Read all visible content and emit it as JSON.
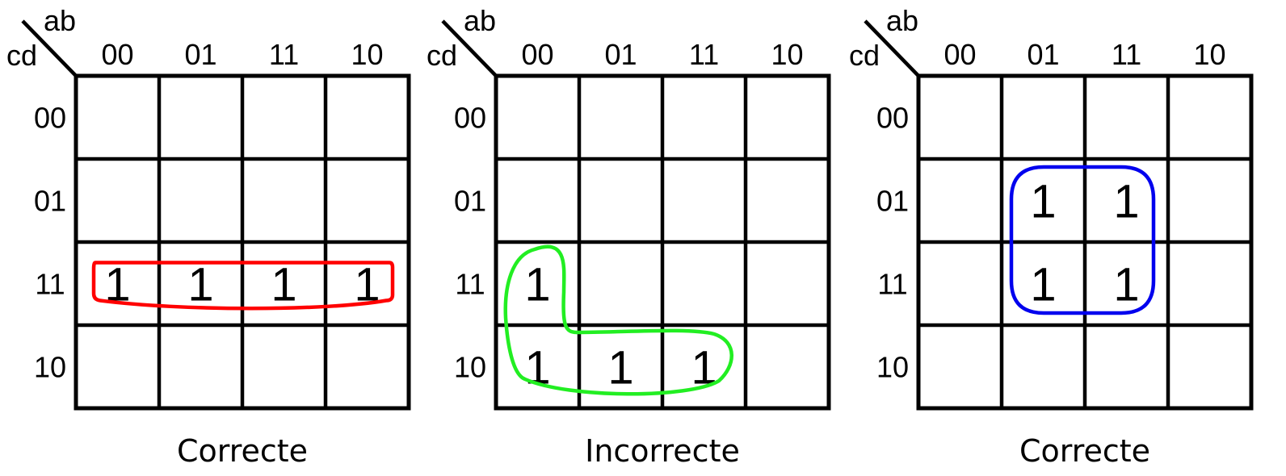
{
  "maps": [
    {
      "row_var_label": "cd",
      "col_var_label": "ab",
      "col_headers": [
        "00",
        "01",
        "11",
        "10"
      ],
      "row_headers": [
        "00",
        "01",
        "11",
        "10"
      ],
      "ones": [
        [
          2,
          0,
          "1"
        ],
        [
          2,
          1,
          "1"
        ],
        [
          2,
          2,
          "1"
        ],
        [
          2,
          3,
          "1"
        ]
      ],
      "group_color": "#ff0000",
      "caption": "Correcte"
    },
    {
      "row_var_label": "cd",
      "col_var_label": "ab",
      "col_headers": [
        "00",
        "01",
        "11",
        "10"
      ],
      "row_headers": [
        "00",
        "01",
        "11",
        "10"
      ],
      "ones": [
        [
          2,
          0,
          "1"
        ],
        [
          3,
          0,
          "1"
        ],
        [
          3,
          1,
          "1"
        ],
        [
          3,
          2,
          "1"
        ]
      ],
      "group_color": "#22ee22",
      "caption": "Incorrecte"
    },
    {
      "row_var_label": "cd",
      "col_var_label": "ab",
      "col_headers": [
        "00",
        "01",
        "11",
        "10"
      ],
      "row_headers": [
        "00",
        "01",
        "11",
        "10"
      ],
      "ones": [
        [
          1,
          1,
          "1"
        ],
        [
          1,
          2,
          "1"
        ],
        [
          2,
          1,
          "1"
        ],
        [
          2,
          2,
          "1"
        ]
      ],
      "group_color": "#0000ee",
      "caption": "Correcte"
    }
  ]
}
